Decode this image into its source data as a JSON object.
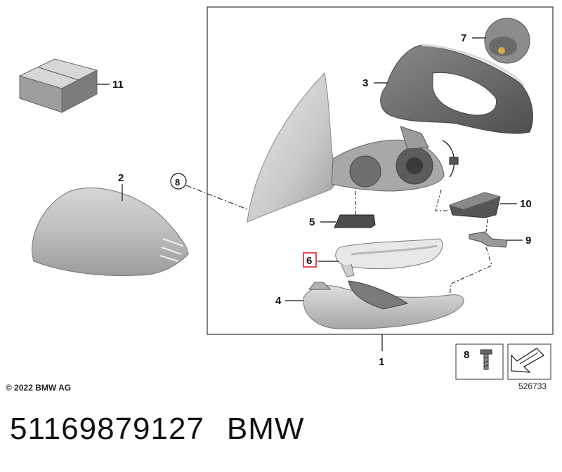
{
  "callouts": {
    "c1": "1",
    "c2": "2",
    "c3": "3",
    "c4": "4",
    "c5": "5",
    "c6": "6",
    "c7": "7",
    "c8": "8",
    "c9": "9",
    "c10": "10",
    "c11": "11",
    "c8_legend": "8"
  },
  "copyright": "© 2022 BMW AG",
  "diagram_number": "526733",
  "part_number": "51169879127",
  "brand": "BMW",
  "highlight_color": "#e0202a"
}
